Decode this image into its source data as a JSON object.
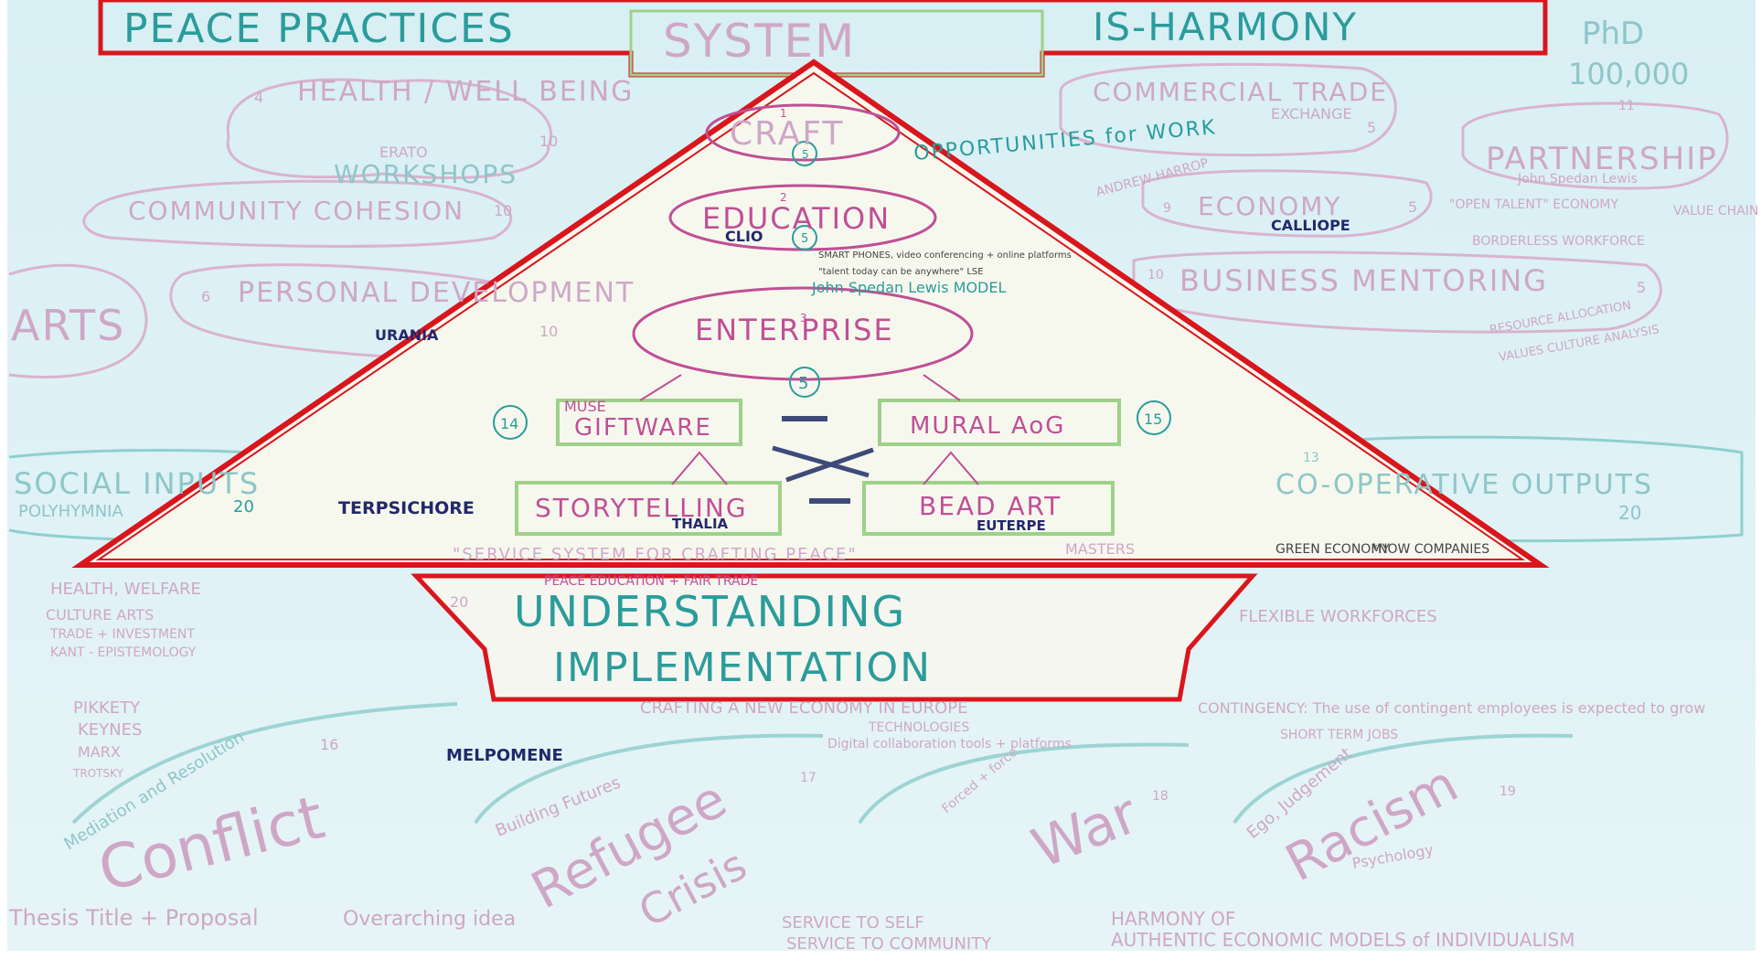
{
  "header": {
    "left_title": "PEACE PRACTICES",
    "center_title": "SYSTEM",
    "right_title": "IS-HARMONY",
    "phd": "PhD",
    "phd_amount": "100,000"
  },
  "triangle": {
    "craft": "CRAFT",
    "opportunities": "OPPORTUNITIES for WORK",
    "education": "EDUCATION",
    "clio": "CLIO",
    "smart_phones_note": "SMART PHONES, video conferencing + online platforms",
    "talent_note": "\"talent today can be anywhere\" LSE",
    "spedan_model": "John Spedan Lewis MODEL",
    "enterprise": "ENTERPRISE",
    "muse": "MUSE",
    "giftware": "GIFTWARE",
    "mural": "MURAL AoG",
    "storytelling": "STORYTELLING",
    "thalia": "THALIA",
    "bead_art": "BEAD ART",
    "euterpe": "EUTERPE",
    "terpsichore": "TERPSICHORE",
    "urania": "URANIA",
    "service_system": "\"SERVICE SYSTEM FOR CRAFTING PEACE\"",
    "masters": "MASTERS",
    "num_1": "1",
    "num_2": "2",
    "num_3": "3",
    "num_5a": "5",
    "num_5b": "5",
    "num_5c": "5",
    "num_14": "14",
    "num_15": "15"
  },
  "bottom_box": {
    "peace_education": "PEACE EDUCATION + FAIR TRADE",
    "understanding": "UNDERSTANDING",
    "implementation": "IMPLEMENTATION",
    "num_20": "20"
  },
  "left_side": {
    "health": "HEALTH / WELL BEING",
    "erato": "ERATO",
    "workshops": "WORKSHOPS",
    "num_4": "4",
    "num_10a": "10",
    "community": "COMMUNITY COHESION",
    "num_10b": "10",
    "personal": "PERSONAL DEVELOPMENT",
    "num_6": "6",
    "num_10c": "10",
    "arts": "ARTS",
    "social_inputs": "SOCIAL INPUTS",
    "polyhymnia": "POLYHYMNIA",
    "num_20": "20",
    "health_welfare": "HEALTH, WELFARE",
    "culture_arts": "CULTURE ARTS",
    "trade_investment": "TRADE + INVESTMENT",
    "kant": "KANT - EPISTEMOLOGY",
    "pikkety": "PIKKETY",
    "keynes": "KEYNES",
    "marx": "MARX",
    "trotsky": "TROTSKY",
    "melpomene": "MELPOMENE",
    "mediation": "Mediation and Resolution",
    "num_16": "16",
    "conflict": "Conflict",
    "thesis": "Thesis Title + Proposal",
    "overarching": "Overarching idea"
  },
  "right_side": {
    "commercial": "COMMERCIAL TRADE",
    "exchange": "EXCHANGE",
    "num_11": "11",
    "num_5": "5",
    "partnership": "PARTNERSHIP",
    "partnership_note": "John Spedan Lewis",
    "andrew": "ANDREW HARROP",
    "economy": "ECONOMY",
    "calliope": "CALLIOPE",
    "num_9": "9",
    "num_5b": "5",
    "open_talent": "\"OPEN TALENT\" ECONOMY",
    "value_chain": "VALUE CHAIN",
    "borderless": "BORDERLESS WORKFORCE",
    "business": "BUSINESS MENTORING",
    "num_10": "10",
    "num_5c": "5",
    "resource": "RESOURCE ALLOCATION",
    "values": "VALUES CULTURE ANALYSIS",
    "cooperative": "CO-OPERATIVE OUTPUTS",
    "num_13": "13",
    "num_20": "20",
    "green": "GREEN ECONOMY",
    "now_companies": "*NOW COMPANIES",
    "flexible": "FLEXIBLE WORKFORCES",
    "contingency": "CONTINGENCY: The use of contingent employees is expected to grow",
    "short_term": "SHORT TERM JOBS"
  },
  "bottom_area": {
    "crafting": "CRAFTING A NEW ECONOMY IN EUROPE",
    "technologies": "TECHNOLOGIES",
    "digital": "Digital collaboration tools + platforms",
    "building": "Building Futures",
    "num_17": "17",
    "refugee": "Refugee",
    "crisis": "Crisis",
    "forced": "Forced + force",
    "war": "War",
    "num_18": "18",
    "ego": "Ego, Judgement",
    "racism": "Racism",
    "psychology": "Psychology",
    "num_19": "19",
    "service_self": "SERVICE TO SELF",
    "service_community": "SERVICE TO COMMUNITY",
    "harmony": "HARMONY OF",
    "authentic": "AUTHENTIC ECONOMIC MODELS of INDIVIDUALISM"
  },
  "colors": {
    "background": "#dff2f6",
    "red_outline": "#d9161c",
    "pink_marker": "#c04f95",
    "teal_marker": "#2a9c9b",
    "navy_marker": "#23286b",
    "green_box": "#9fd08a"
  }
}
